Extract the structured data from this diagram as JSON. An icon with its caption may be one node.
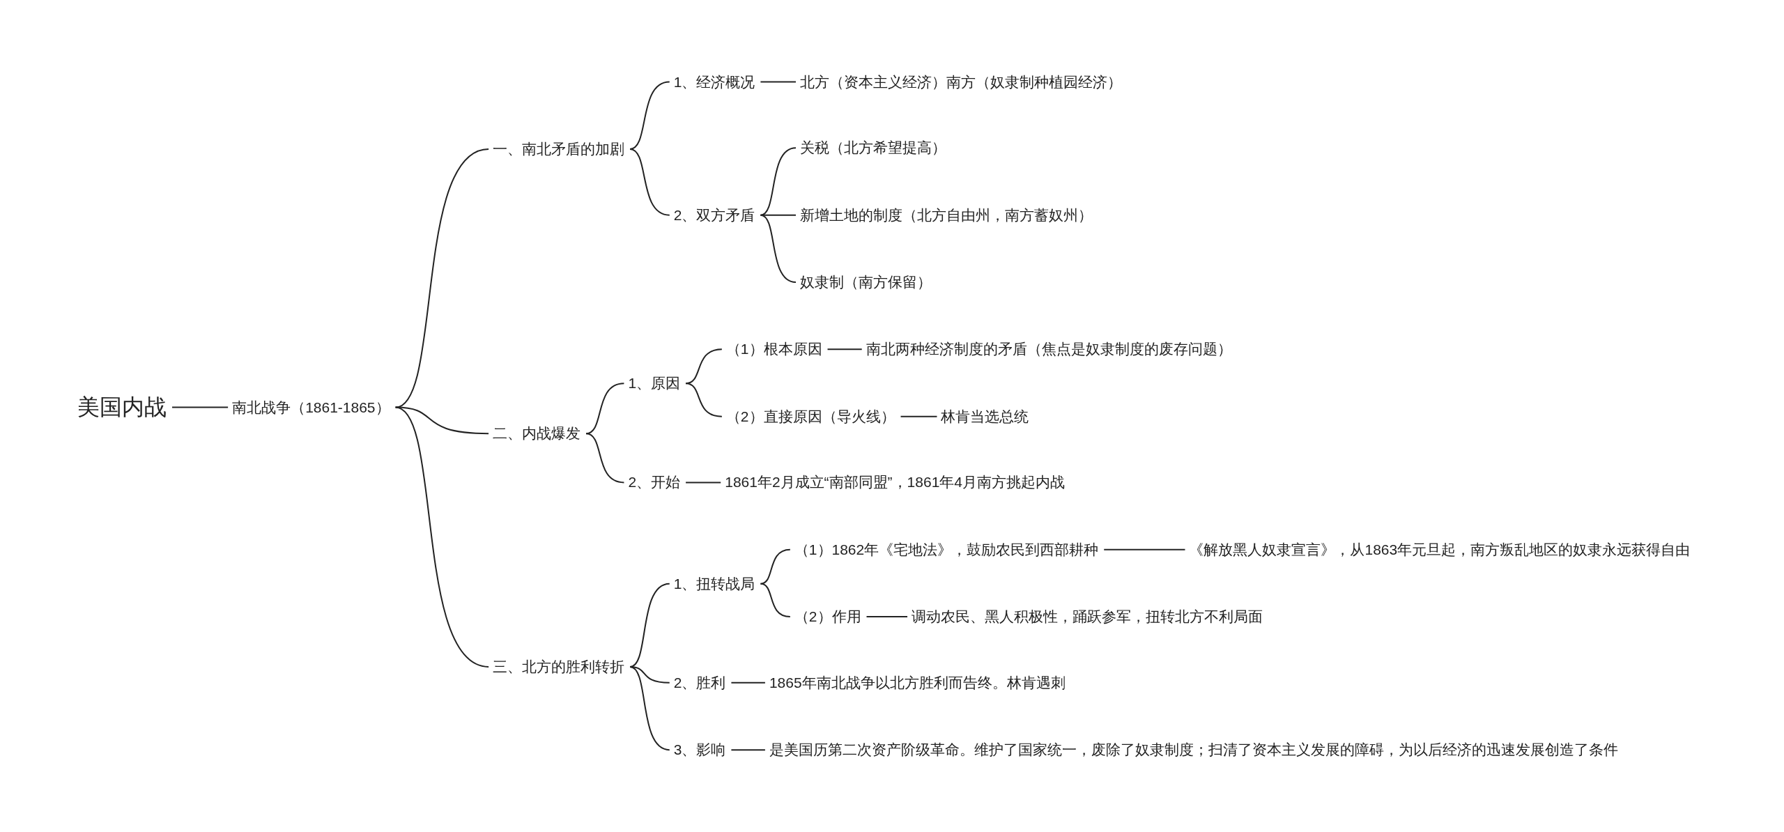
{
  "diagram": {
    "nodes": [
      {
        "text": [
          "美国内战"
        ]
      },
      {
        "text": [
          "南北战争（1861-1865）"
        ]
      },
      {
        "text": [
          "一、南北矛盾的加剧"
        ]
      },
      {
        "text": [
          "1、经济概况"
        ]
      },
      {
        "text": [
          "北方（资本主义经济）南方（奴隶制种植园经济）"
        ]
      },
      {
        "text": [
          "2、双方矛盾"
        ]
      },
      {
        "text": [
          "关税（北方希望提高）"
        ]
      },
      {
        "text": [
          "新增土地的制度（北方自由州，南方蓄奴州）"
        ]
      },
      {
        "text": [
          "奴隶制（南方保留）"
        ]
      },
      {
        "text": [
          "二、内战爆发"
        ]
      },
      {
        "text": [
          "1、原因"
        ]
      },
      {
        "text": [
          "（1）根本原因"
        ]
      },
      {
        "text": [
          "南北两种经济制度的矛盾（焦点是奴隶制度的废存问题）"
        ]
      },
      {
        "text": [
          "（2）直接原因（导火线）"
        ]
      },
      {
        "text": [
          "林肯当选总统"
        ]
      },
      {
        "text": [
          "2、开始"
        ]
      },
      {
        "text": [
          "1861年2月成立“南部同盟”，1861年4月南方挑起内战"
        ]
      },
      {
        "text": [
          "三、北方的胜利转折"
        ]
      },
      {
        "text": [
          "1、扭转战局"
        ]
      },
      {
        "text": [
          "（1）1862年《宅地法》，鼓励农民到西部耕种"
        ]
      },
      {
        "text": [
          "《解放黑人奴隶宣言》，从1863年元旦起，南方叛乱地区的奴隶永远获得自由"
        ]
      },
      {
        "text": [
          "（2）作用"
        ]
      },
      {
        "text": [
          "调动农民、黑人积极性，踊跃参军，扭转北方不利局面"
        ]
      },
      {
        "text": [
          "2、胜利"
        ]
      },
      {
        "text": [
          "1865年南北战争以北方胜利而告终。林肯遇刺"
        ]
      },
      {
        "text": [
          "3、影响"
        ]
      },
      {
        "text": [
          "是美国历第二次资产阶级革命。维护了国家统一，废除了奴隶制度；扫清了资本主义发展的障碍，为以后经济的迅速发展创造了条件"
        ]
      }
    ],
    "edges": [
      {
        "from": 0,
        "to": 1,
        "arrow": "none"
      },
      {
        "from": 1,
        "to": 2,
        "arrow": "none"
      },
      {
        "from": 1,
        "to": 9,
        "arrow": "none"
      },
      {
        "from": 1,
        "to": 17,
        "arrow": "none"
      },
      {
        "from": 2,
        "to": 3,
        "arrow": "none"
      },
      {
        "from": 2,
        "to": 5,
        "arrow": "none"
      },
      {
        "from": 3,
        "to": 4,
        "arrow": "none"
      },
      {
        "from": 5,
        "to": 6,
        "arrow": "none"
      },
      {
        "from": 5,
        "to": 7,
        "arrow": "none"
      },
      {
        "from": 5,
        "to": 8,
        "arrow": "none"
      },
      {
        "from": 9,
        "to": 10,
        "arrow": "none"
      },
      {
        "from": 9,
        "to": 15,
        "arrow": "none"
      },
      {
        "from": 10,
        "to": 11,
        "arrow": "none"
      },
      {
        "from": 10,
        "to": 13,
        "arrow": "none"
      },
      {
        "from": 11,
        "to": 12,
        "arrow": "none"
      },
      {
        "from": 13,
        "to": 14,
        "arrow": "none"
      },
      {
        "from": 15,
        "to": 16,
        "arrow": "none"
      },
      {
        "from": 17,
        "to": 18,
        "arrow": "none"
      },
      {
        "from": 17,
        "to": 23,
        "arrow": "none"
      },
      {
        "from": 17,
        "to": 25,
        "arrow": "none"
      },
      {
        "from": 18,
        "to": 19,
        "arrow": "none"
      },
      {
        "from": 18,
        "to": 21,
        "arrow": "none"
      },
      {
        "from": 19,
        "to": 20,
        "arrow": "none"
      },
      {
        "from": 21,
        "to": 22,
        "arrow": "none"
      },
      {
        "from": 23,
        "to": 24,
        "arrow": "none"
      },
      {
        "from": 25,
        "to": 26,
        "arrow": "none"
      }
    ]
  }
}
